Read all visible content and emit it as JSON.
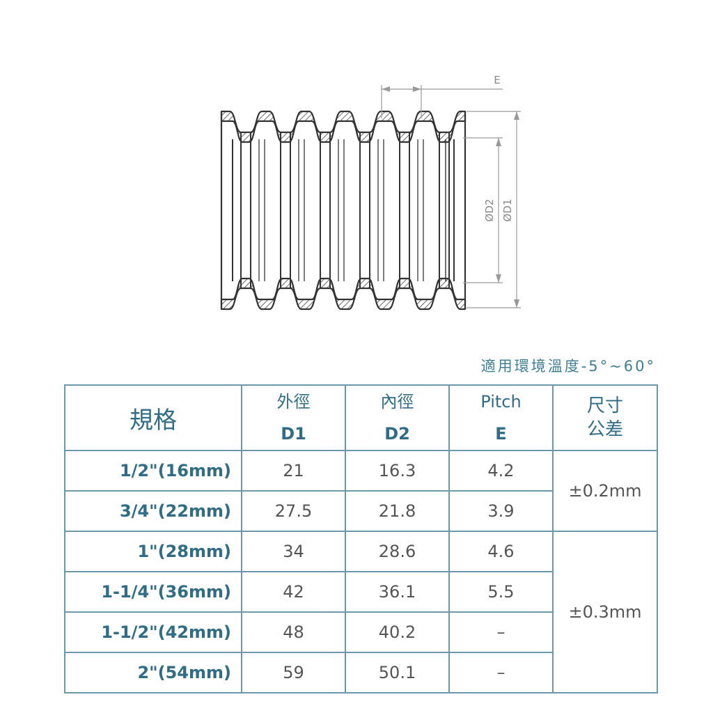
{
  "drawing": {
    "dim_e": "E",
    "dim_d2": "ØD2",
    "dim_d1": "ØD1"
  },
  "temperature_note": "適用環境溫度-5°~60°",
  "table": {
    "header": {
      "spec": "規格",
      "d1_top": "外徑",
      "d1_bot": "D1",
      "d2_top": "內徑",
      "d2_bot": "D2",
      "e_top": "Pitch",
      "e_bot": "E",
      "tol_top": "尺寸",
      "tol_bot": "公差"
    },
    "rows": [
      {
        "spec": "1/2\"(16mm)",
        "d1": "21",
        "d2": "16.3",
        "e": "4.2"
      },
      {
        "spec": "3/4\"(22mm)",
        "d1": "27.5",
        "d2": "21.8",
        "e": "3.9"
      },
      {
        "spec": "1\"(28mm)",
        "d1": "34",
        "d2": "28.6",
        "e": "4.6"
      },
      {
        "spec": "1-1/4\"(36mm)",
        "d1": "42",
        "d2": "36.1",
        "e": "5.5"
      },
      {
        "spec": "1-1/2\"(42mm)",
        "d1": "48",
        "d2": "40.2",
        "e": "–"
      },
      {
        "spec": "2\"(54mm)",
        "d1": "59",
        "d2": "50.1",
        "e": "–"
      }
    ],
    "tolerances": [
      "±0.2mm",
      "±0.3mm"
    ]
  }
}
